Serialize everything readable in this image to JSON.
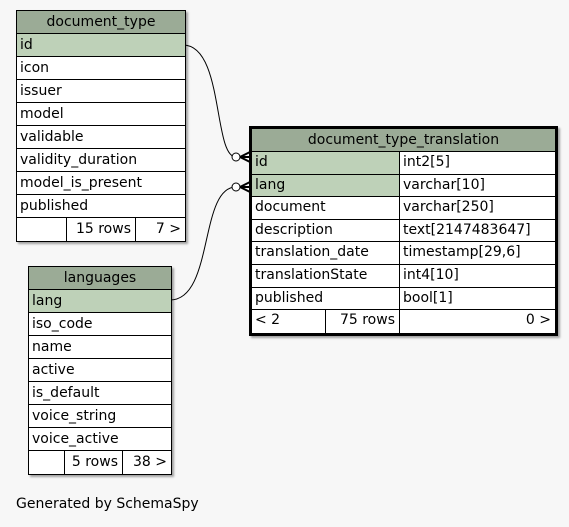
{
  "tables": {
    "document_type": {
      "name": "document_type",
      "columns": [
        "id",
        "icon",
        "issuer",
        "model",
        "validable",
        "validity_duration",
        "model_is_present",
        "published"
      ],
      "footer": {
        "rows": "15 rows",
        "children": "7 >"
      }
    },
    "languages": {
      "name": "languages",
      "columns": [
        "lang",
        "iso_code",
        "name",
        "active",
        "is_default",
        "voice_string",
        "voice_active"
      ],
      "footer": {
        "rows": "5 rows",
        "children": "38 >"
      }
    },
    "document_type_translation": {
      "name": "document_type_translation",
      "columns": [
        {
          "name": "id",
          "type": "int2[5]"
        },
        {
          "name": "lang",
          "type": "varchar[10]"
        },
        {
          "name": "document",
          "type": "varchar[250]"
        },
        {
          "name": "description",
          "type": "text[2147483647]"
        },
        {
          "name": "translation_date",
          "type": "timestamp[29,6]"
        },
        {
          "name": "translationState",
          "type": "int4[10]"
        },
        {
          "name": "published",
          "type": "bool[1]"
        }
      ],
      "footer": {
        "parents": "< 2",
        "rows": "75 rows",
        "children": "0 >"
      }
    }
  },
  "footer_text": "Generated by SchemaSpy",
  "colors": {
    "header": "#9bab96",
    "key_cell": "#bed1b8",
    "background": "#f7f7f7"
  }
}
